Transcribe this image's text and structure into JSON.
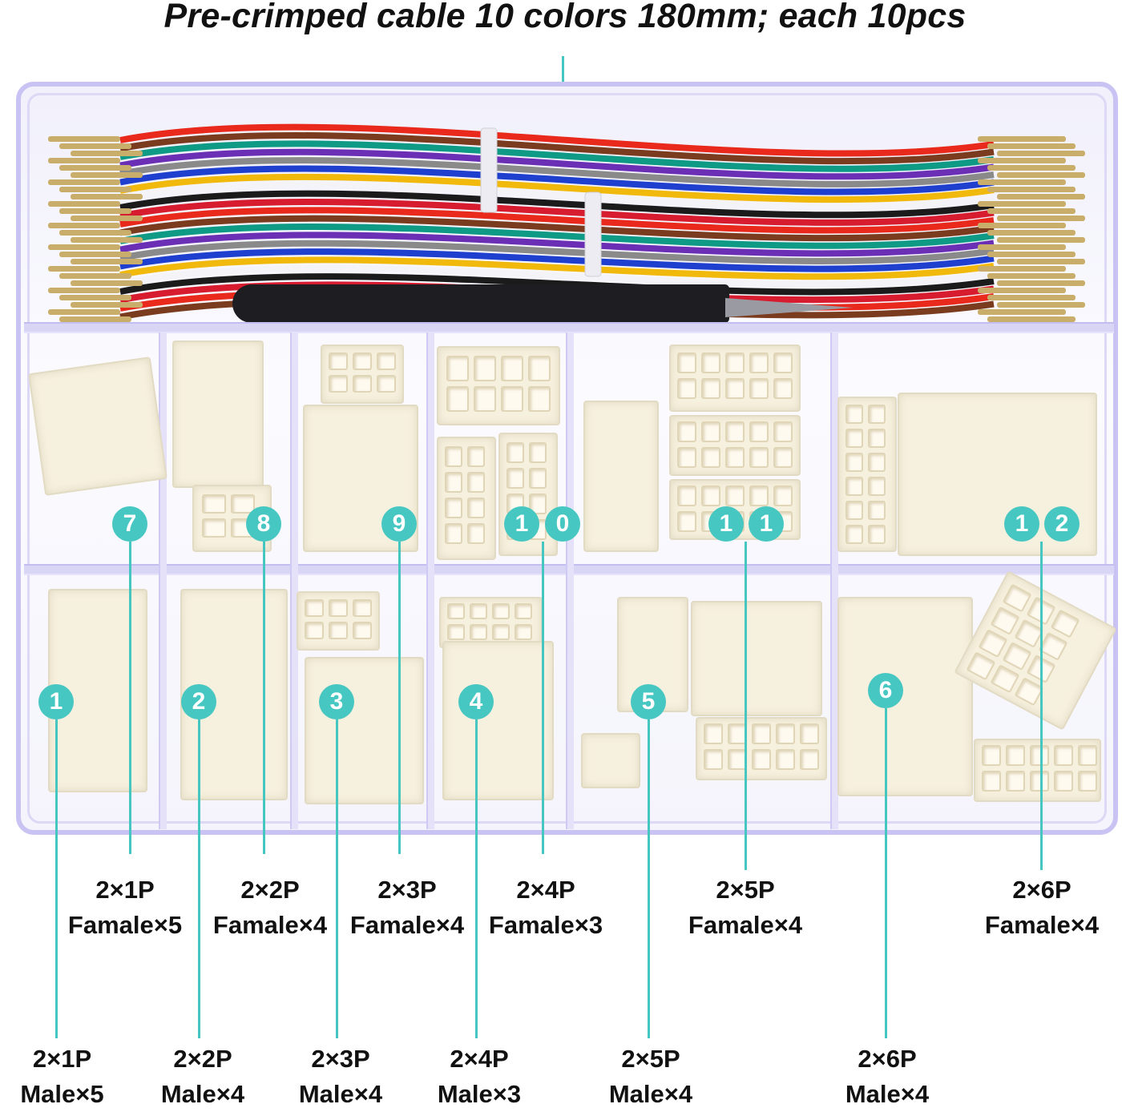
{
  "header": {
    "title": "Pre-crimped cable 10 colors 180mm; each 10pcs"
  },
  "cable": {
    "wire_colors": [
      "#e8291c",
      "#7a3b1e",
      "#0f9a86",
      "#6a2fb5",
      "#8a8a8a",
      "#1f3fcf",
      "#f2b90d",
      "#ffffff",
      "#1b1b1b",
      "#d61c2e"
    ]
  },
  "badges": [
    {
      "id": "7",
      "digits": [
        "7"
      ]
    },
    {
      "id": "8",
      "digits": [
        "8"
      ]
    },
    {
      "id": "9",
      "digits": [
        "9"
      ]
    },
    {
      "id": "10",
      "digits": [
        "1",
        "0"
      ]
    },
    {
      "id": "11",
      "digits": [
        "1",
        "1"
      ]
    },
    {
      "id": "12",
      "digits": [
        "1",
        "2"
      ]
    },
    {
      "id": "1",
      "digits": [
        "1"
      ]
    },
    {
      "id": "2",
      "digits": [
        "2"
      ]
    },
    {
      "id": "3",
      "digits": [
        "3"
      ]
    },
    {
      "id": "4",
      "digits": [
        "4"
      ]
    },
    {
      "id": "5",
      "digits": [
        "5"
      ]
    },
    {
      "id": "6",
      "digits": [
        "6"
      ]
    }
  ],
  "labels_female": [
    {
      "size": "2×1P",
      "count": "Famale×5"
    },
    {
      "size": "2×2P",
      "count": "Famale×4"
    },
    {
      "size": "2×3P",
      "count": "Famale×4"
    },
    {
      "size": "2×4P",
      "count": "Famale×3"
    },
    {
      "size": "2×5P",
      "count": "Famale×4"
    },
    {
      "size": "2×6P",
      "count": "Famale×4"
    }
  ],
  "labels_male": [
    {
      "size": "2×1P",
      "count": "Male×5"
    },
    {
      "size": "2×2P",
      "count": "Male×4"
    },
    {
      "size": "2×3P",
      "count": "Male×4"
    },
    {
      "size": "2×4P",
      "count": "Male×3"
    },
    {
      "size": "2×5P",
      "count": "Male×4"
    },
    {
      "size": "2×6P",
      "count": "Male×4"
    }
  ],
  "colors": {
    "accent": "#47c7c2",
    "box_edge": "#c9c3f3",
    "connector": "#f6f0de"
  }
}
